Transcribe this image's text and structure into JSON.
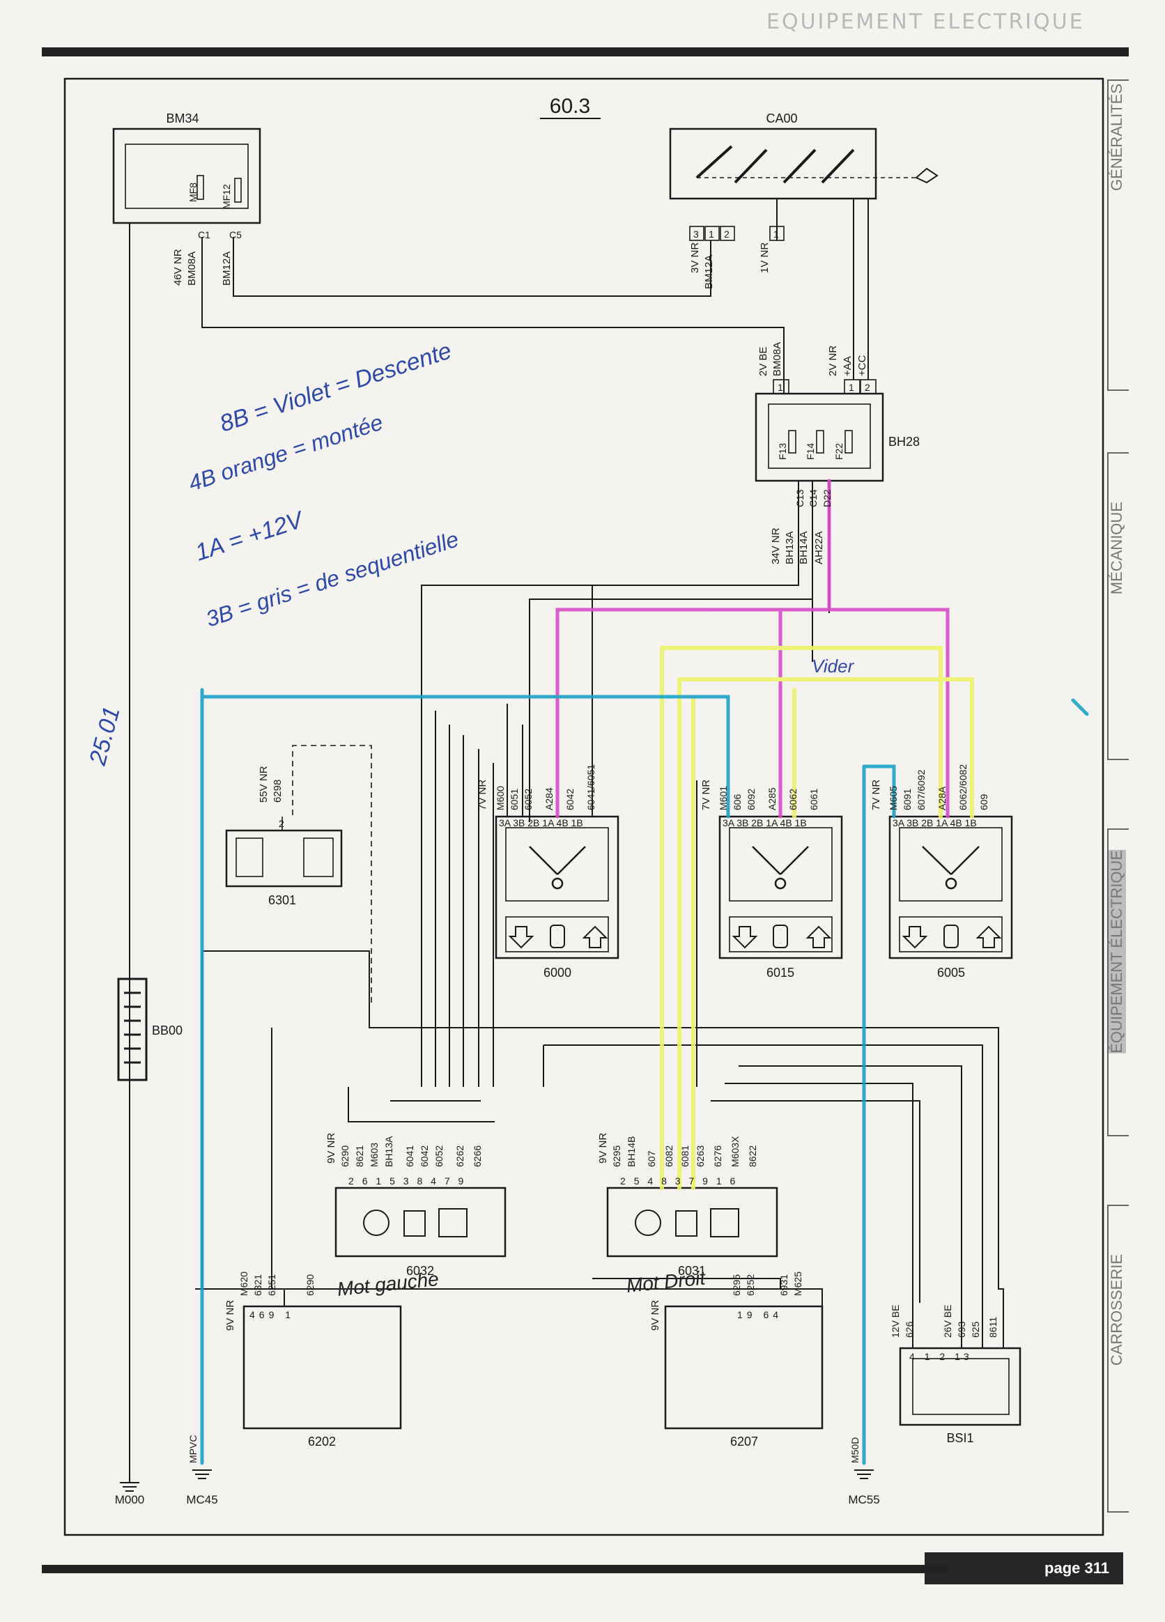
{
  "header": {
    "section": "EQUIPEMENT ELECTRIQUE",
    "page": "page 311"
  },
  "side_tabs": [
    "GÉNÉRALITÉS",
    "MÉCANIQUE",
    "ÉQUIPEMENT ÉLECTRIQUE",
    "CARROSSERIE"
  ],
  "diagram": {
    "number": "60.3"
  },
  "components": {
    "bm34": {
      "name": "BM34",
      "fuse1": "MF8",
      "fuse2": "MF12",
      "pin1": "C1",
      "pin2": "C5",
      "wire1": "46V NR",
      "wire1b": "BM08A",
      "wire2": "BM12A"
    },
    "ca00": {
      "name": "CA00",
      "pins": [
        "3",
        "1",
        "2",
        "1"
      ],
      "wire1": "3V NR",
      "wire1b": "BM12A",
      "wire2": "1V NR"
    },
    "bh28": {
      "name": "BH28",
      "fuses": [
        "F13",
        "F14",
        "F22"
      ],
      "in_wire1": "2V BE",
      "in_wire1b": "BM08A",
      "in_wire2": "2V NR",
      "in_wire2b": "+AA",
      "in_wire2c": "+CC",
      "in_pins": [
        "1",
        "1",
        "2"
      ],
      "out_pins": [
        "C13",
        "C14",
        "D22"
      ],
      "out_wire_a": "34V NR",
      "out_wires": [
        "BH13A",
        "BH14A",
        "AH22A"
      ]
    },
    "s6301": {
      "name": "6301",
      "wire": "55V NR",
      "wire_b": "6298",
      "pin": "2"
    },
    "s6000": {
      "name": "6000",
      "harness": "7V NR",
      "pins": [
        "3A",
        "3B",
        "2B",
        "1A",
        "4B",
        "1B"
      ],
      "wires": [
        "M600",
        "6051",
        "6052",
        "A284",
        "6042",
        "6041/6051"
      ]
    },
    "s6015": {
      "name": "6015",
      "harness": "7V NR",
      "pins": [
        "3A",
        "3B",
        "2B",
        "1A",
        "4B",
        "1B"
      ],
      "wires": [
        "M601",
        "606",
        "6092",
        "A285",
        "6062",
        "6061"
      ]
    },
    "s6005": {
      "name": "6005",
      "harness": "7V NR",
      "pins": [
        "3A",
        "3B",
        "2B",
        "1A",
        "4B",
        "1B"
      ],
      "wires": [
        "M605",
        "6091",
        "607/6092",
        "A28A",
        "6062/6082",
        "609"
      ]
    },
    "bb00": {
      "name": "BB00"
    },
    "m6032": {
      "name": "6032",
      "harness": "9V NR",
      "pins": [
        "2",
        "6",
        "1",
        "5",
        "3",
        "8",
        "4",
        "7",
        "9"
      ],
      "wires": [
        "6290",
        "8621",
        "M603",
        "BH13A",
        "6041",
        "6042",
        "6052",
        "6262",
        "6266"
      ]
    },
    "m6031": {
      "name": "6031",
      "harness": "9V NR",
      "pins": [
        "2",
        "5",
        "4",
        "8",
        "3",
        "7",
        "9",
        "1",
        "6"
      ],
      "wires": [
        "6295",
        "BH14B",
        "607",
        "6082",
        "6081",
        "6263",
        "6276",
        "M603X",
        "8622"
      ]
    },
    "s6202": {
      "name": "6202",
      "harness": "9V NR",
      "pins": [
        "4",
        "6",
        "9",
        "1"
      ],
      "wires": [
        "M620",
        "6321",
        "6251",
        "6290"
      ]
    },
    "s6207": {
      "name": "6207",
      "harness": "9V NR",
      "pins": [
        "1",
        "9",
        "6",
        "4"
      ],
      "wires": [
        "6295",
        "6252",
        "6931",
        "M625"
      ]
    },
    "bsi1": {
      "name": "BSI1",
      "harness1": "12V BE",
      "wire1": "626",
      "harness2": "26V BE",
      "wires2": [
        "693",
        "625",
        "8611"
      ],
      "pins": [
        "4",
        "1",
        "2",
        "13"
      ]
    },
    "grounds": [
      {
        "name": "M000"
      },
      {
        "name": "MC45",
        "wire": "MPVC"
      },
      {
        "name": "MC55",
        "wire": "M50D"
      }
    ]
  },
  "notes": {
    "handwritten1": "8B = Violet = Descente",
    "handwritten2": "4B orange = montée",
    "handwritten3": "1A = +12V",
    "handwritten4": "3B = gris = de sequentielle",
    "handwritten5": "Vider",
    "handwritten6": "Mot gauche",
    "handwritten7": "Mot Droit",
    "handwritten8": "25.01"
  },
  "colors": {
    "ink": "#1a1a1a",
    "blue": "#1aa3c8",
    "pink": "#d84cc8",
    "yellow": "#eef26a",
    "note": "#2f49a8"
  }
}
